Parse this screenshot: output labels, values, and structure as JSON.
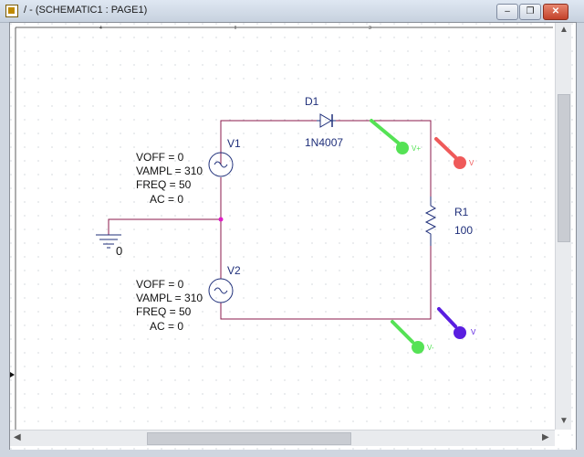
{
  "window": {
    "title": "/ - (SCHEMATIC1 : PAGE1)",
    "minimize_label": "–",
    "restore_label": "❐",
    "close_label": "✕"
  },
  "ruler": {
    "marks": [
      "4",
      "3"
    ]
  },
  "schematic": {
    "diode": {
      "ref": "D1",
      "part": "1N4007"
    },
    "resistor": {
      "ref": "R1",
      "value": "100"
    },
    "source1": {
      "ref": "V1",
      "params": [
        "VOFF = 0",
        "VAMPL = 310",
        "FREQ = 50",
        "AC = 0"
      ]
    },
    "source2": {
      "ref": "V2",
      "params": [
        "VOFF = 0",
        "VAMPL = 310",
        "FREQ = 50",
        "AC = 0"
      ]
    },
    "ground": {
      "label": "0"
    },
    "probes": [
      {
        "label": "V+",
        "color": "#55e255"
      },
      {
        "label": "V",
        "color": "#ef5a5a"
      },
      {
        "label": "V-",
        "color": "#55e255"
      },
      {
        "label": "V",
        "color": "#5a1ee0"
      }
    ],
    "wire_color": "#8b1a4b",
    "part_color": "#1f2f7a",
    "text_color": "#111111"
  }
}
